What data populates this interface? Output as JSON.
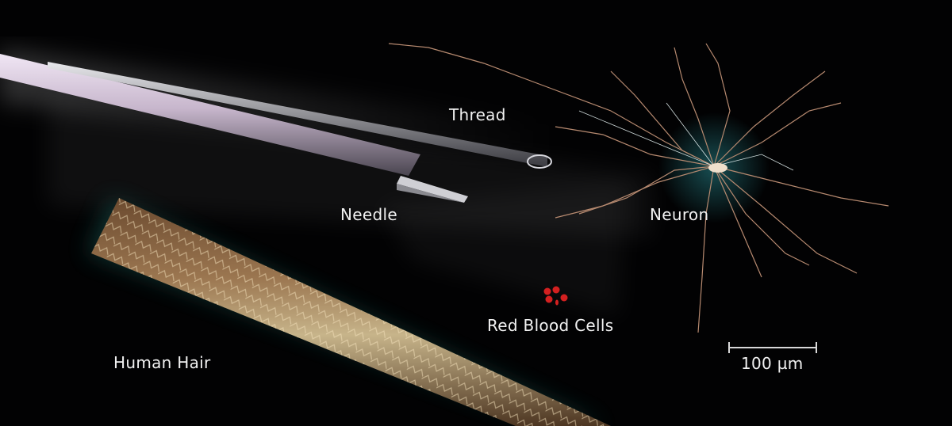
{
  "labels": {
    "thread": "Thread",
    "needle": "Needle",
    "neuron": "Neuron",
    "red_blood_cells": "Red Blood Cells",
    "human_hair": "Human Hair"
  },
  "scale_bar": {
    "label": "100 µm"
  },
  "colors": {
    "background": "#020203",
    "label_text": "#f2f2f2",
    "needle_metal": "#b8aebc",
    "hair_brown": "#8a6440",
    "hair_glow": "#1f6d66",
    "neuron_dendrite": "#b78a70",
    "neuron_glow": "#2a8e95",
    "blood_cell": "#d42020"
  }
}
